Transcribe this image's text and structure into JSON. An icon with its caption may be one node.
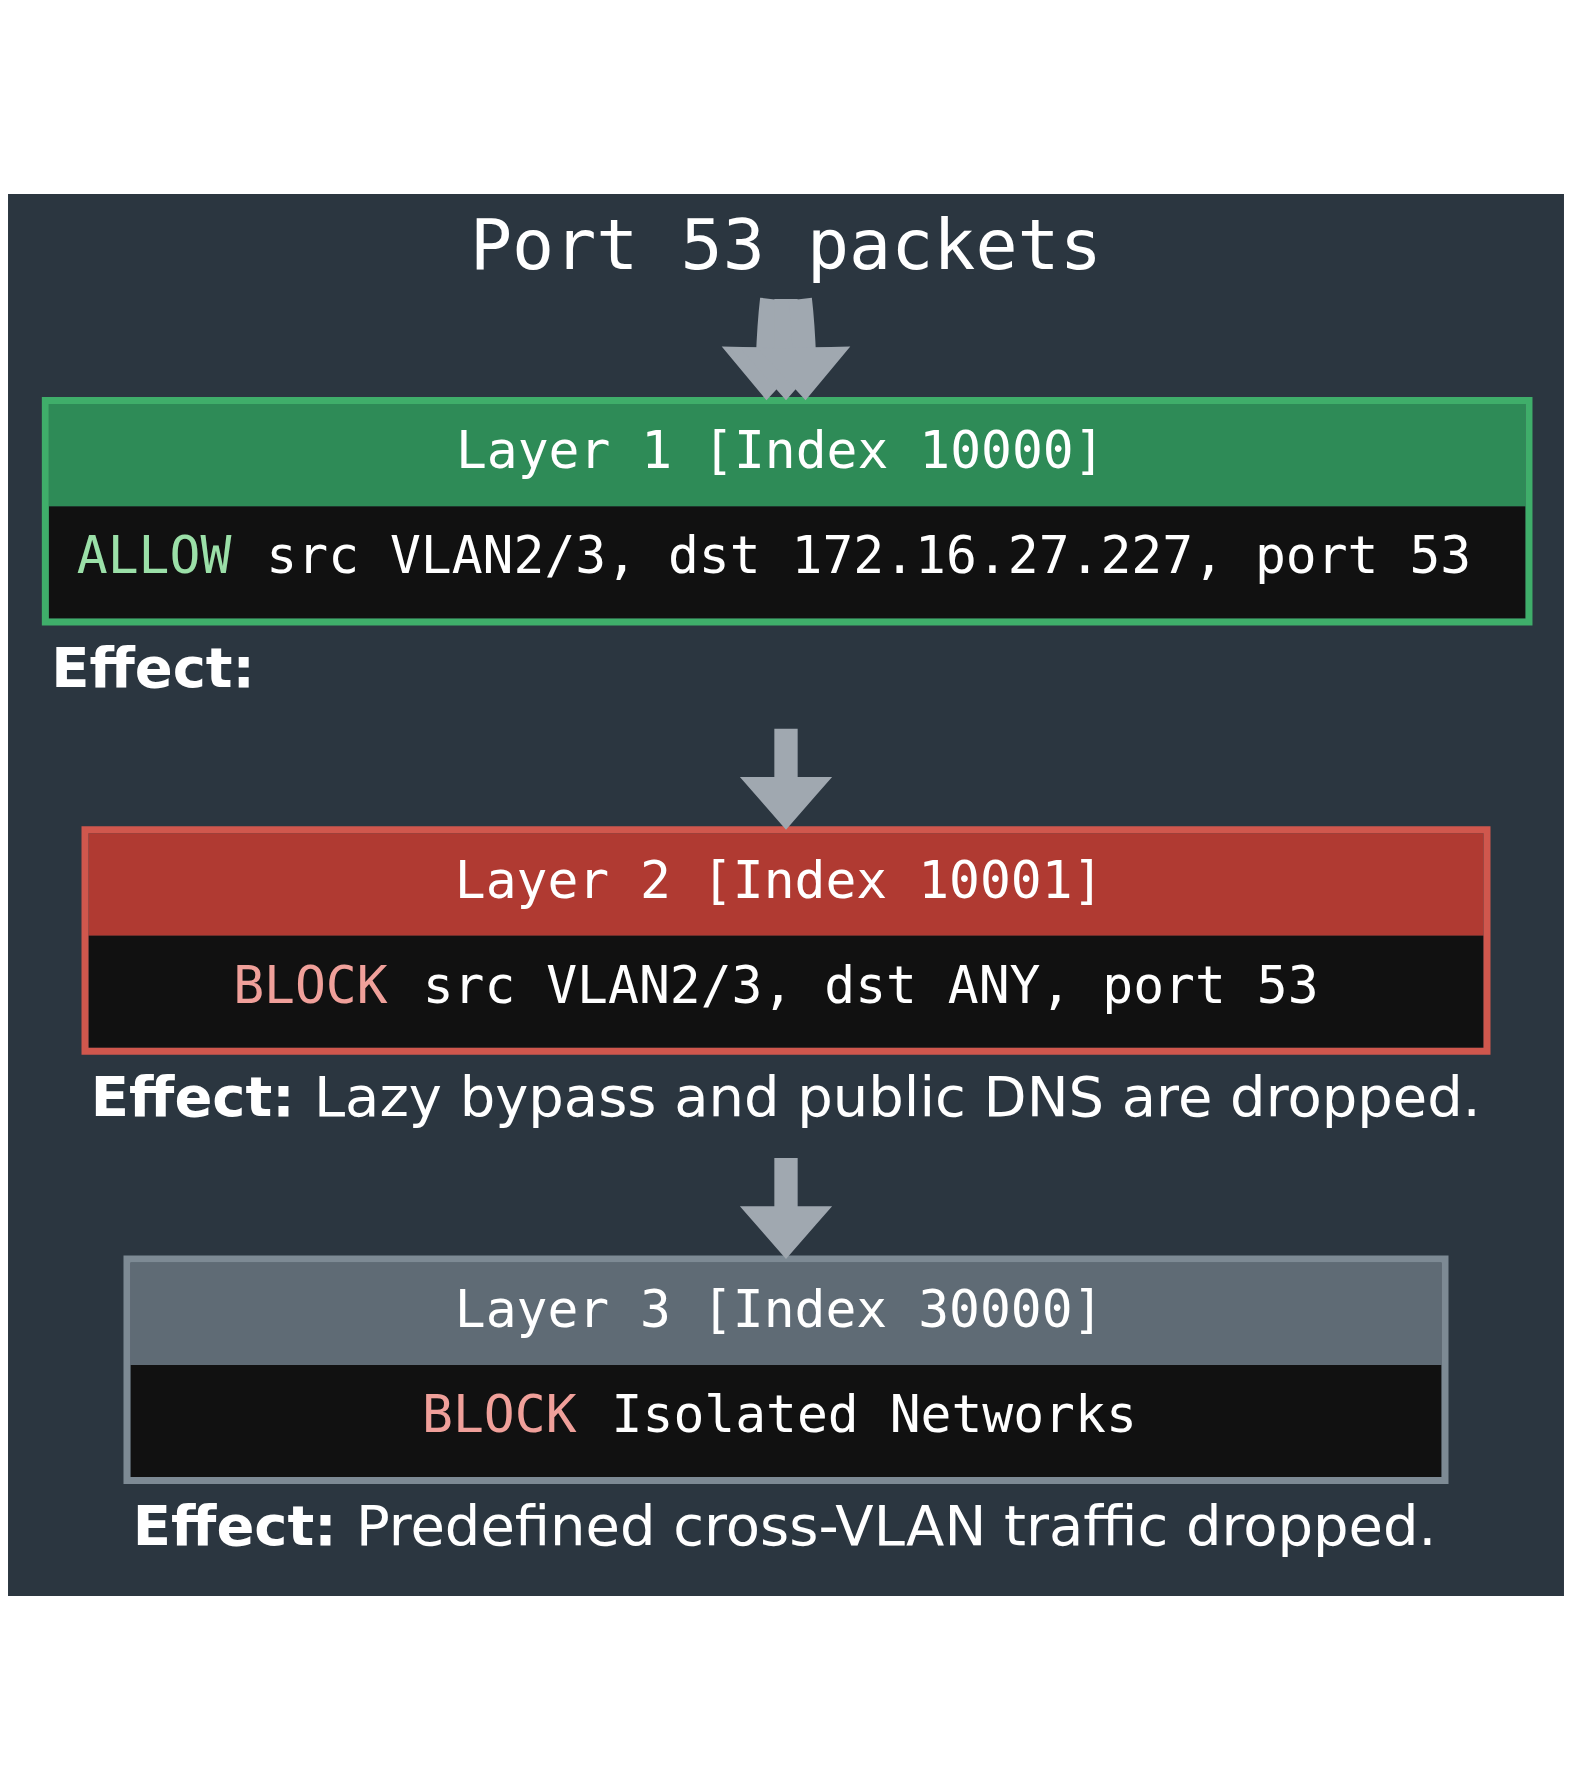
{
  "diagram": {
    "nodes": [
      {
        "text": [
          "Port 53 packets"
        ]
      },
      {
        "text": [
          "Layer 1 [Index 10000]",
          "ALLOW src VLAN2/3, dst 172.16.27.227, port 53"
        ],
        "beside": [
          "**Effect:**"
        ]
      },
      {
        "text": [
          "Layer 2 [Index 10001]",
          "BLOCK src VLAN2/3, dst ANY, port 53"
        ],
        "beside": [
          "**Effect:** Lazy bypass and public DNS are dropped."
        ]
      },
      {
        "text": [
          "Layer 3 [Index 30000]",
          "BLOCK Isolated Networks"
        ],
        "beside": [
          "**Effect:** Predefined cross-VLAN traffic dropped."
        ]
      }
    ],
    "edges": [
      {
        "from": 0,
        "to": 1,
        "arrow": "to"
      },
      {
        "from": 0,
        "to": 1,
        "arrow": "to"
      },
      {
        "from": 0,
        "to": 1,
        "arrow": "to"
      },
      {
        "from": 1,
        "to": 2,
        "arrow": "to"
      },
      {
        "from": 2,
        "to": 3,
        "arrow": "to"
      }
    ]
  }
}
